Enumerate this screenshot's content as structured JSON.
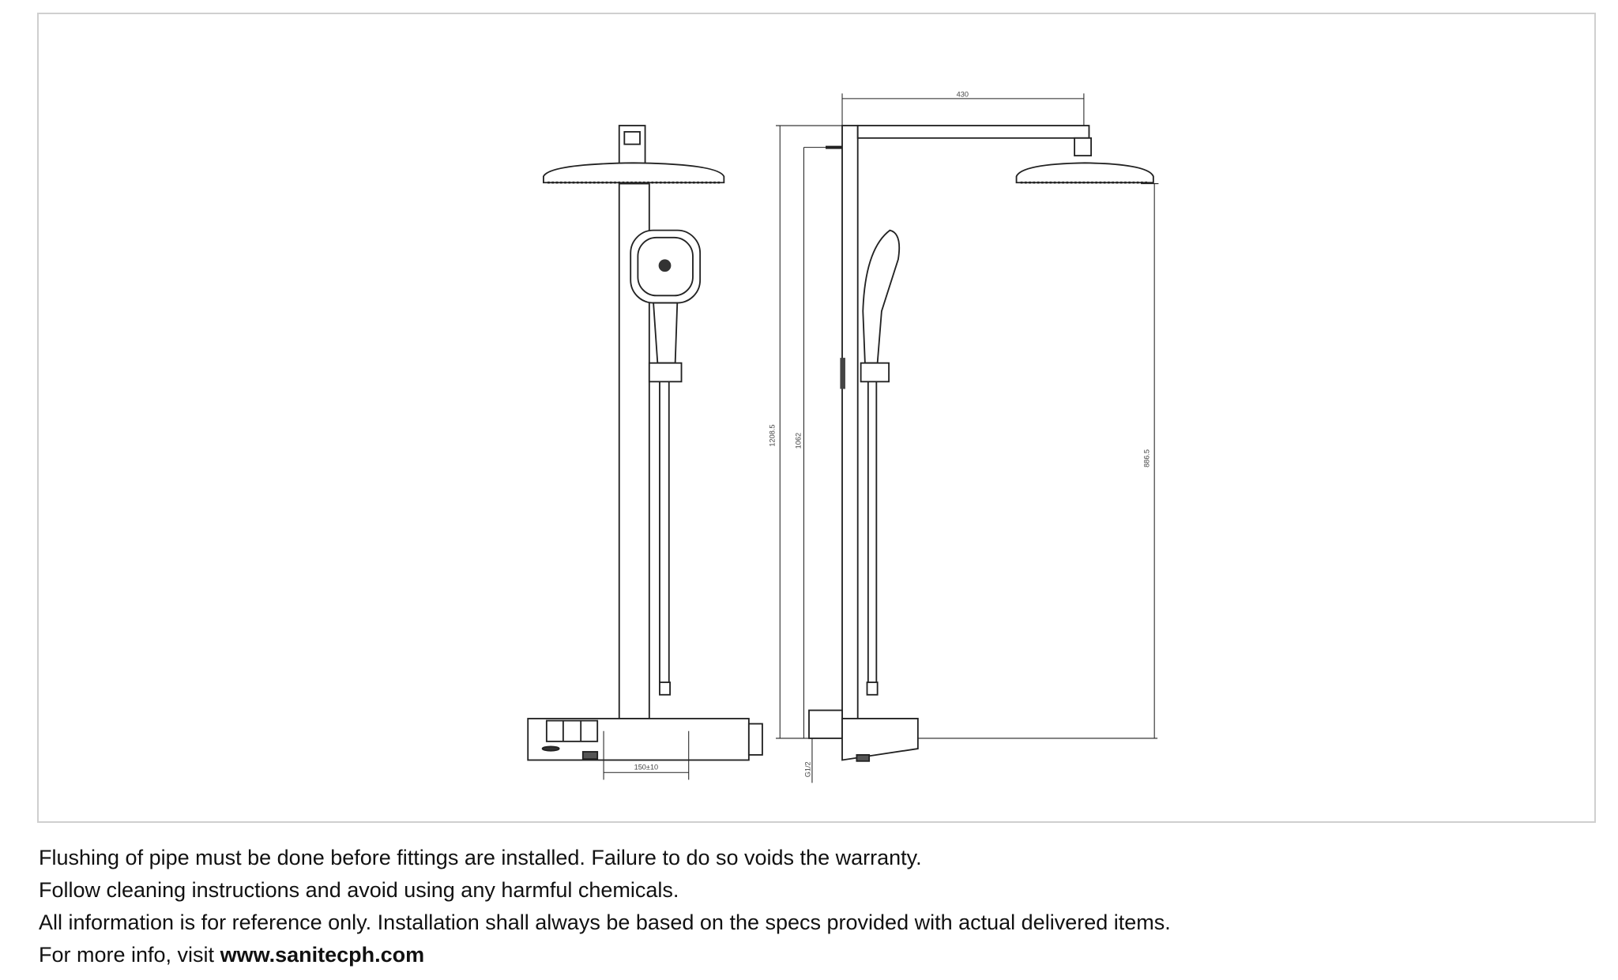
{
  "drawing": {
    "dimensions": {
      "arm_length": "430",
      "total_height": "1208.5",
      "inlet_height": "1062",
      "head_height": "886.5",
      "inlet_spacing": "150±10",
      "thread": "G1/2"
    }
  },
  "notes": {
    "line1": "Flushing of pipe must be done before fittings are installed. Failure to do so voids the warranty.",
    "line2": "Follow cleaning instructions and avoid using any harmful chemicals.",
    "line3": "All information is for reference only. Installation shall always be based on the specs provided with actual delivered items.",
    "line4_prefix": "For more info, visit ",
    "line4_link": "www.sanitecph.com"
  }
}
